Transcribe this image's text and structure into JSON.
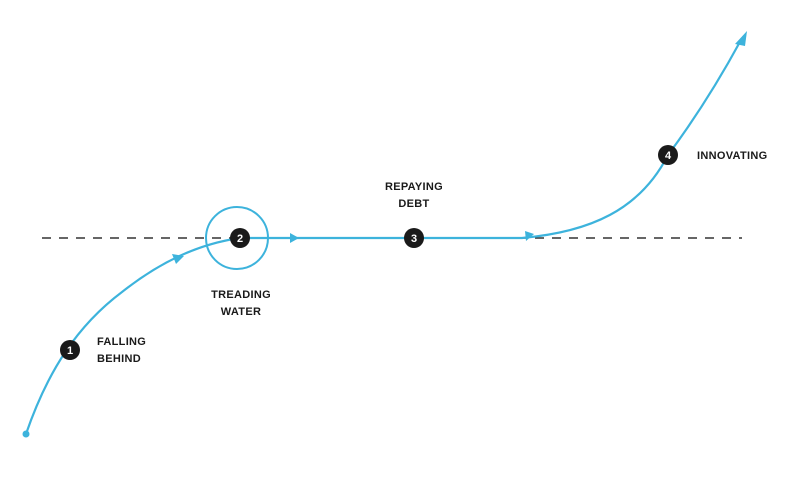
{
  "colors": {
    "curve": "#3db3dc",
    "baseline": "#333333",
    "node_fill": "#1a1a1a",
    "node_text": "#ffffff",
    "label_text": "#1a1a1a"
  },
  "stages": [
    {
      "number": "1",
      "label_lines": [
        "FALLING",
        "BEHIND"
      ]
    },
    {
      "number": "2",
      "label_lines": [
        "TREADING",
        "WATER"
      ]
    },
    {
      "number": "3",
      "label_lines": [
        "REPAYING",
        "DEBT"
      ]
    },
    {
      "number": "4",
      "label_lines": [
        "INNOVATING"
      ]
    }
  ],
  "icons": {
    "start": "dot-marker",
    "end": "arrowhead",
    "direction": "chevron-arrow"
  }
}
